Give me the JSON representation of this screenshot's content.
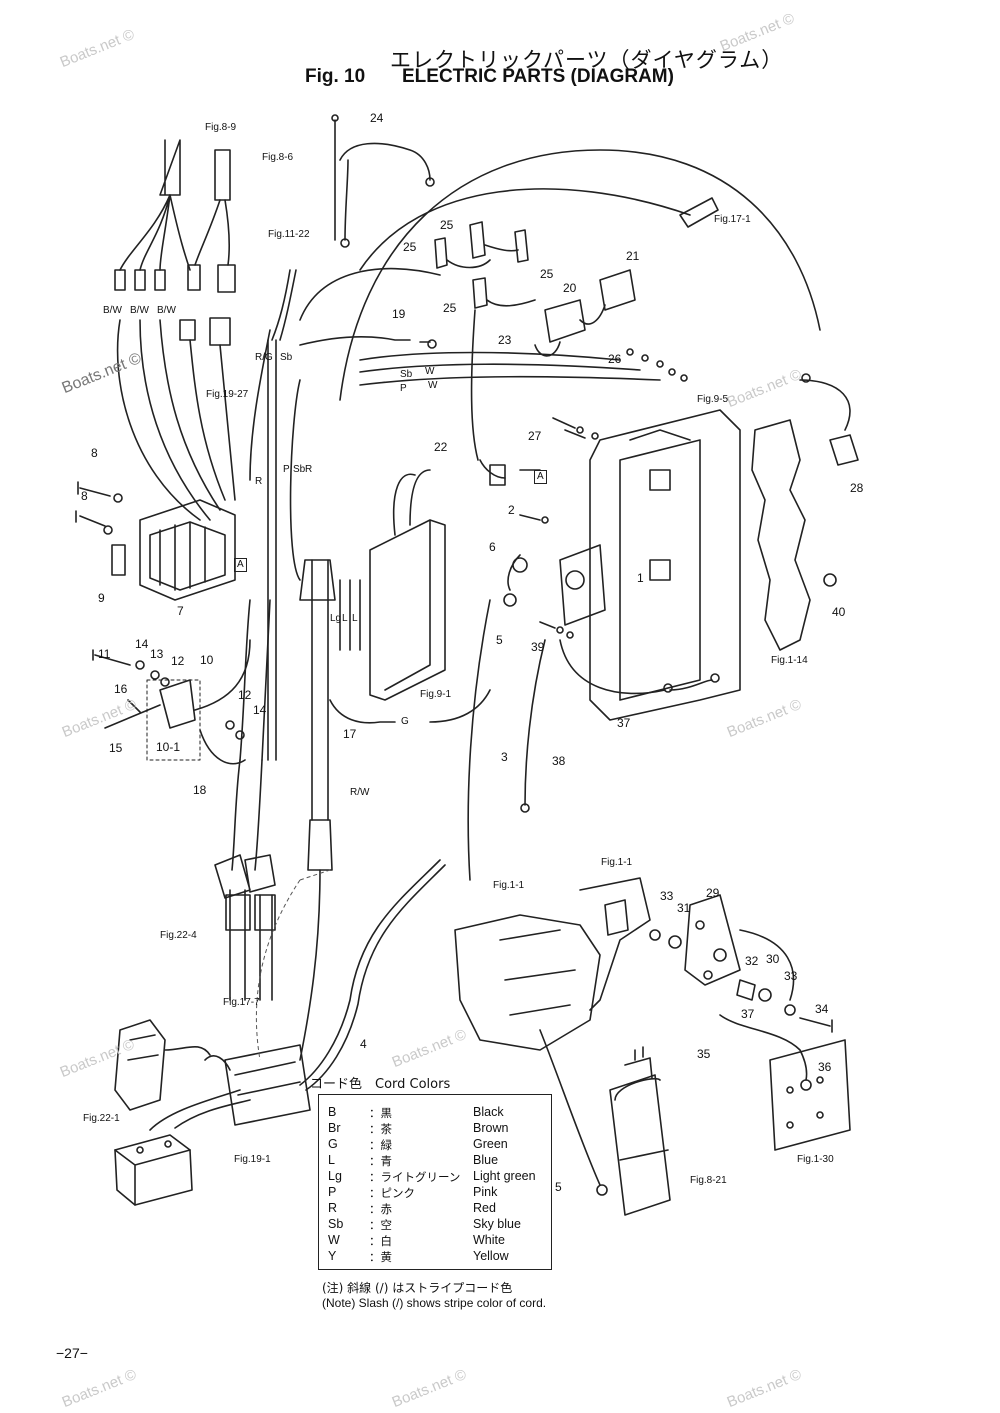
{
  "header": {
    "title_jp": "エレクトリックパーツ（ダイヤグラム）",
    "fig_label": "Fig. 10",
    "title_en": "ELECTRIC PARTS (DIAGRAM)"
  },
  "watermark_text": "Boats.net ©",
  "part_numbers": [
    "1",
    "2",
    "3",
    "4",
    "5",
    "5",
    "6",
    "7",
    "8",
    "8",
    "9",
    "10",
    "10-1",
    "11",
    "12",
    "12",
    "13",
    "14",
    "14",
    "15",
    "16",
    "17",
    "18",
    "19",
    "20",
    "21",
    "22",
    "23",
    "24",
    "25",
    "25",
    "25",
    "25",
    "26",
    "27",
    "28",
    "29",
    "30",
    "31",
    "32",
    "33",
    "33",
    "34",
    "35",
    "36",
    "37",
    "37",
    "38",
    "39",
    "40"
  ],
  "figure_refs": [
    "Fig.8-9",
    "Fig.8-6",
    "Fig.11-22",
    "Fig.19-27",
    "Fig.17-1",
    "Fig.9-5",
    "Fig.9-1",
    "Fig.1-14",
    "Fig.22-4",
    "Fig.17-7",
    "Fig.1-1",
    "Fig.1-1",
    "Fig.22-1",
    "Fig.19-1",
    "Fig.8-21",
    "Fig.1-30"
  ],
  "wire_labels": [
    "B/W",
    "B/W",
    "B/W",
    "R/G",
    "Sb",
    "R",
    "P",
    "Sb",
    "R",
    "Sb",
    "P",
    "W",
    "W",
    "Lg",
    "L",
    "L",
    "G",
    "R/W",
    "A",
    "A"
  ],
  "cord_colors": {
    "title": "コード色　Cord Colors",
    "rows": [
      {
        "code": "B",
        "jp": "：黒",
        "en": "Black"
      },
      {
        "code": "Br",
        "jp": "：茶",
        "en": "Brown"
      },
      {
        "code": "G",
        "jp": "：緑",
        "en": "Green"
      },
      {
        "code": "L",
        "jp": "：青",
        "en": "Blue"
      },
      {
        "code": "Lg",
        "jp": "：ライトグリーン",
        "en": "Light green"
      },
      {
        "code": "P",
        "jp": "：ピンク",
        "en": "Pink"
      },
      {
        "code": "R",
        "jp": "：赤",
        "en": "Red"
      },
      {
        "code": "Sb",
        "jp": "：空",
        "en": "Sky blue"
      },
      {
        "code": "W",
        "jp": "：白",
        "en": "White"
      },
      {
        "code": "Y",
        "jp": "：黄",
        "en": "Yellow"
      }
    ]
  },
  "note": {
    "jp": "(注)  斜線  (/)  はストライプコード色",
    "en": "(Note)   Slash   (/)   shows stripe color of cord."
  },
  "page_number": "−27−"
}
